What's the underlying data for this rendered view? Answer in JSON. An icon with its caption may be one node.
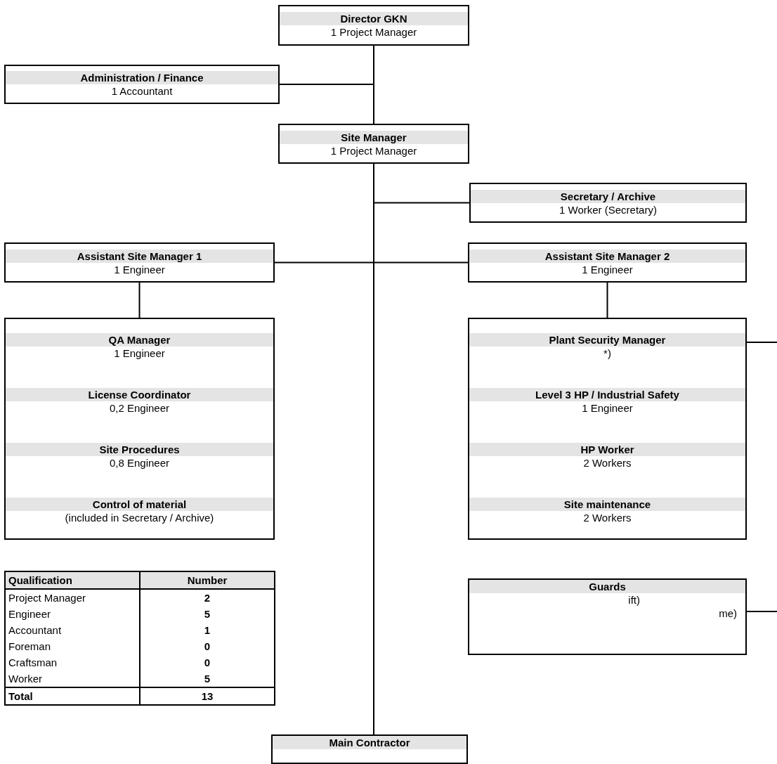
{
  "diagram": {
    "nodes": [
      {
        "text": [
          "Director GKN",
          "1 Project Manager"
        ]
      },
      {
        "text": [
          "Administration / Finance",
          "1 Accountant"
        ]
      },
      {
        "text": [
          "Site Manager",
          "1 Project Manager"
        ]
      },
      {
        "text": [
          "Secretary / Archive",
          "1 Worker (Secretary)"
        ]
      },
      {
        "text": [
          "Assistant Site Manager 1",
          "1 Engineer"
        ]
      },
      {
        "text": [
          "Assistant Site Manager 2",
          "1 Engineer"
        ]
      },
      {
        "text": [
          "QA Manager",
          "1 Engineer",
          "License Coordinator",
          "0,2 Engineer",
          "Site Procedures",
          "0,8 Engineer",
          "Control of material",
          "(included in Secretary / Archive)"
        ]
      },
      {
        "text": [
          "Plant Security Manager",
          "*)",
          "Level 3 HP / Industrial Safety",
          "1 Engineer",
          "HP Worker",
          "2 Workers",
          "Site maintenance",
          "2 Workers"
        ]
      },
      {
        "text": [
          "Guards",
          "ift)",
          "me)"
        ]
      },
      {
        "text": [
          "Main Contractor"
        ]
      }
    ],
    "edges": [
      {
        "from": 0,
        "to": 1,
        "arrow": "none"
      },
      {
        "from": 0,
        "to": 2,
        "arrow": "none"
      },
      {
        "from": 2,
        "to": 3,
        "arrow": "none"
      },
      {
        "from": 2,
        "to": 4,
        "arrow": "none"
      },
      {
        "from": 2,
        "to": 5,
        "arrow": "none"
      },
      {
        "from": 2,
        "to": 9,
        "arrow": "none"
      },
      {
        "from": 4,
        "to": 6,
        "arrow": "none"
      },
      {
        "from": 5,
        "to": 7,
        "arrow": "none"
      },
      {
        "from": 7,
        "to": null,
        "arrow": "none"
      },
      {
        "from": 8,
        "to": null,
        "arrow": "none"
      }
    ],
    "labels": [
      "Qualification",
      "Number",
      "Project Manager",
      "2",
      "Engineer",
      "5",
      "Accountant",
      "1",
      "Foreman",
      "0",
      "Craftsman",
      "0",
      "Worker",
      "5",
      "Total",
      "13"
    ]
  }
}
